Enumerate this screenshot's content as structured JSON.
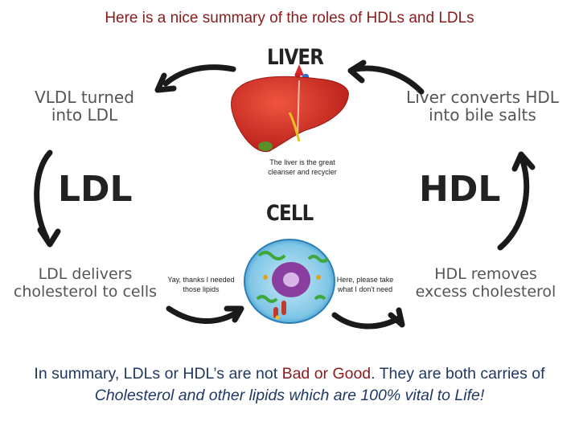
{
  "title": "Here is a nice summary of the roles of HDLs and LDLs",
  "liver": {
    "label": "LIVER",
    "note": "The liver is the great cleanser and recycler"
  },
  "cell": {
    "label": "CELL"
  },
  "ldl": {
    "label": "LDL"
  },
  "hdl": {
    "label": "HDL"
  },
  "steps": {
    "vldl": "VLDL turned into LDL",
    "liver_converts": "Liver converts HDL into bile salts",
    "ldl_delivers": "LDL delivers cholesterol to cells",
    "hdl_removes": "HDL removes excess cholesterol"
  },
  "speech": {
    "yay": "Yay, thanks I needed those lipids",
    "here": "Here, please take what I don't need"
  },
  "summary": {
    "part1": "In summary, LDLs or HDL’s are not ",
    "bad_or_good": "Bad or Good",
    "part2": ". They are both carries of ",
    "italic": "Cholesterol and other lipids which are 100% vital to Life!"
  },
  "colors": {
    "title": "#8b1a1a",
    "summary": "#1f3864",
    "liver": "#d9342b",
    "cell": "#4aa8d8"
  }
}
